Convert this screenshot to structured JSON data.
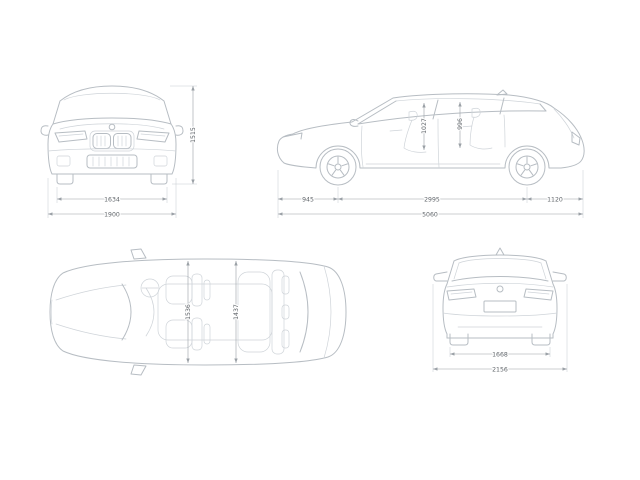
{
  "colors": {
    "background": "#ffffff",
    "car_line": "#b7bdc3",
    "car_detail": "#cfd4d9",
    "dimension_line": "#9aa0a6",
    "dimension_text": "#5f6469"
  },
  "views": {
    "front": {
      "track_width": "1634",
      "overall_width": "1900",
      "overall_height": "1515"
    },
    "side": {
      "front_overhang": "945",
      "wheelbase": "2995",
      "rear_overhang": "1120",
      "overall_length": "5060",
      "headroom_front": "1027",
      "headroom_rear": "996"
    },
    "top": {
      "shoulder_width_front": "1536",
      "shoulder_width_rear": "1437"
    },
    "rear": {
      "track_width": "1668",
      "width_incl_mirrors": "2156"
    }
  }
}
